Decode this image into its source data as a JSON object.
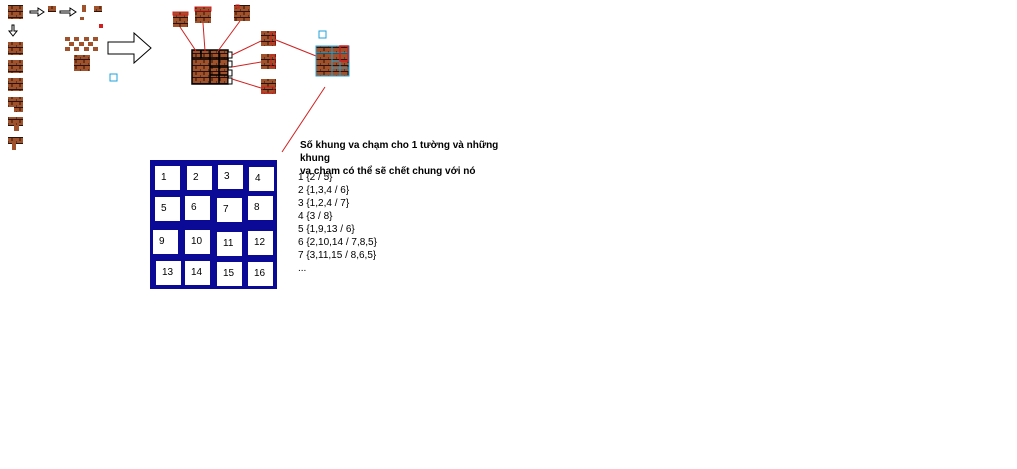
{
  "colors": {
    "brick": "#a0522d",
    "mortar": "#000000",
    "grid_frame": "#0a0a96",
    "red_line": "#d02020",
    "cyan_box": "#1fa3d8"
  },
  "grid": {
    "cells": [
      "1",
      "2",
      "3",
      "4",
      "5",
      "6",
      "7",
      "8",
      "9",
      "10",
      "11",
      "12",
      "13",
      "14",
      "15",
      "16"
    ]
  },
  "caption": {
    "line1": "Số khung va chạm cho 1 tường và những khung",
    "line2": "va chạm có thể sẽ chết chung với nó"
  },
  "collision_list": [
    "1 {2 / 5}",
    "2 {1,3,4 / 6}",
    "3 {1,2,4 / 7}",
    "4 {3 / 8}",
    "5 {1,9,13 / 6}",
    "6 {2,10,14 / 7,8,5}",
    "7 {3,11,15 / 8,6,5}",
    "..."
  ]
}
